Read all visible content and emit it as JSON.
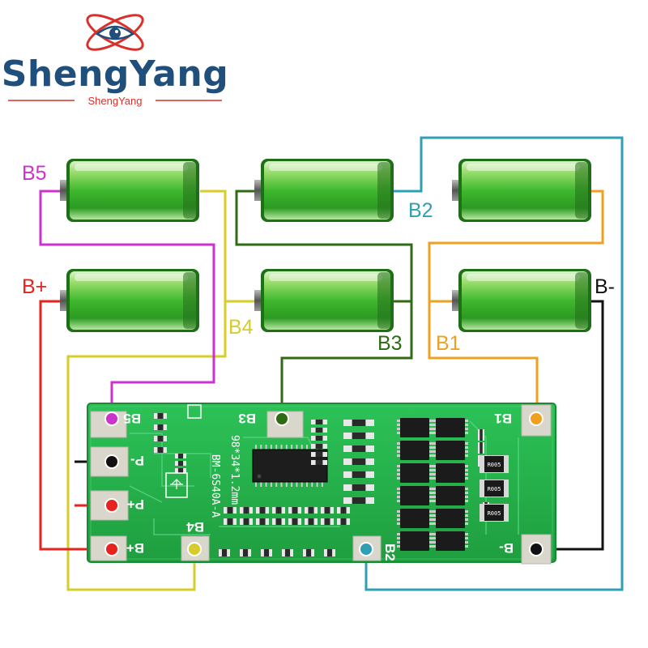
{
  "brand": {
    "name": "ShengYang",
    "subtitle": "ShengYang",
    "colors": {
      "primary": "#1f4f7a",
      "accent": "#d9302c"
    }
  },
  "wire_labels": {
    "b5": "B5",
    "b_plus": "B+",
    "b4": "B4",
    "b3": "B3",
    "b2": "B2",
    "b1": "B1",
    "b_minus": "B-"
  },
  "wire_colors": {
    "b5": "#cc33cc",
    "b_plus": "#e8221c",
    "b4": "#d7cc2a",
    "b3": "#2f6a14",
    "b2": "#2f9fb5",
    "b1": "#f0a020",
    "b_minus": "#111111"
  },
  "board": {
    "model_line1": "BM-6S40A-A",
    "model_line2": "98*34*1.2mm",
    "pads": {
      "b5": "B5",
      "b3": "B3",
      "b1": "B1",
      "p_minus": "P-",
      "p_plus": "P+",
      "b_plus": "B+",
      "b4": "B4",
      "b2": "B2",
      "b_minus": "B-"
    },
    "resistor_code": "R005",
    "colors": {
      "pcb": "#25b34a",
      "pad": "#d9d6cc"
    }
  },
  "batteries": [
    {
      "name": "battery-cell-top-left"
    },
    {
      "name": "battery-cell-top-middle"
    },
    {
      "name": "battery-cell-top-right"
    },
    {
      "name": "battery-cell-bottom-left"
    },
    {
      "name": "battery-cell-bottom-middle"
    },
    {
      "name": "battery-cell-bottom-right"
    }
  ]
}
